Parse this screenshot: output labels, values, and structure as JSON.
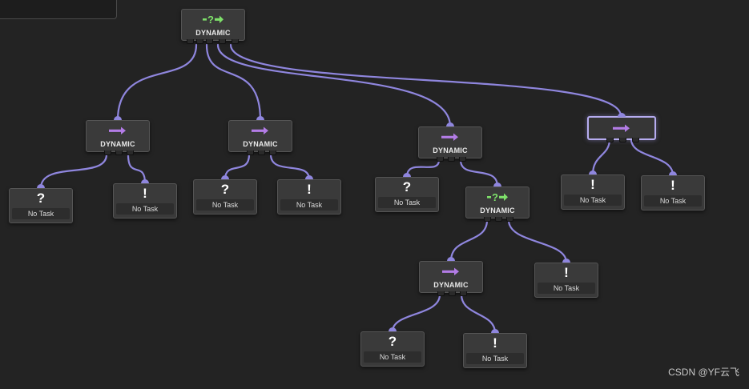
{
  "colors": {
    "link": "#8f86de",
    "selector_icon": "#7ee06a",
    "sequence_icon": "#b37ce6",
    "leaf_glyph": "#ffffff",
    "background": "#232323"
  },
  "tree": {
    "root": {
      "title": "DYNAMIC",
      "icon": "selector-icon"
    },
    "nodes": [
      {
        "title": "DYNAMIC",
        "icon": "sequence-icon"
      },
      {
        "title": "DYNAMIC",
        "icon": "sequence-icon"
      },
      {
        "title": "DYNAMIC",
        "icon": "sequence-icon"
      },
      {
        "title": "",
        "icon": "sequence-icon"
      },
      {
        "title": "DYNAMIC",
        "icon": "selector-icon"
      },
      {
        "title": "DYNAMIC",
        "icon": "sequence-icon"
      }
    ],
    "leaves": [
      {
        "glyph": "?",
        "label": "No Task"
      },
      {
        "glyph": "!",
        "label": "No Task"
      },
      {
        "glyph": "?",
        "label": "No Task"
      },
      {
        "glyph": "!",
        "label": "No Task"
      },
      {
        "glyph": "?",
        "label": "No Task"
      },
      {
        "glyph": "!",
        "label": "No Task"
      },
      {
        "glyph": "!",
        "label": "No Task"
      },
      {
        "glyph": "!",
        "label": "No Task"
      },
      {
        "glyph": "?",
        "label": "No Task"
      },
      {
        "glyph": "!",
        "label": "No Task"
      }
    ]
  },
  "watermark": "CSDN @YF云飞"
}
